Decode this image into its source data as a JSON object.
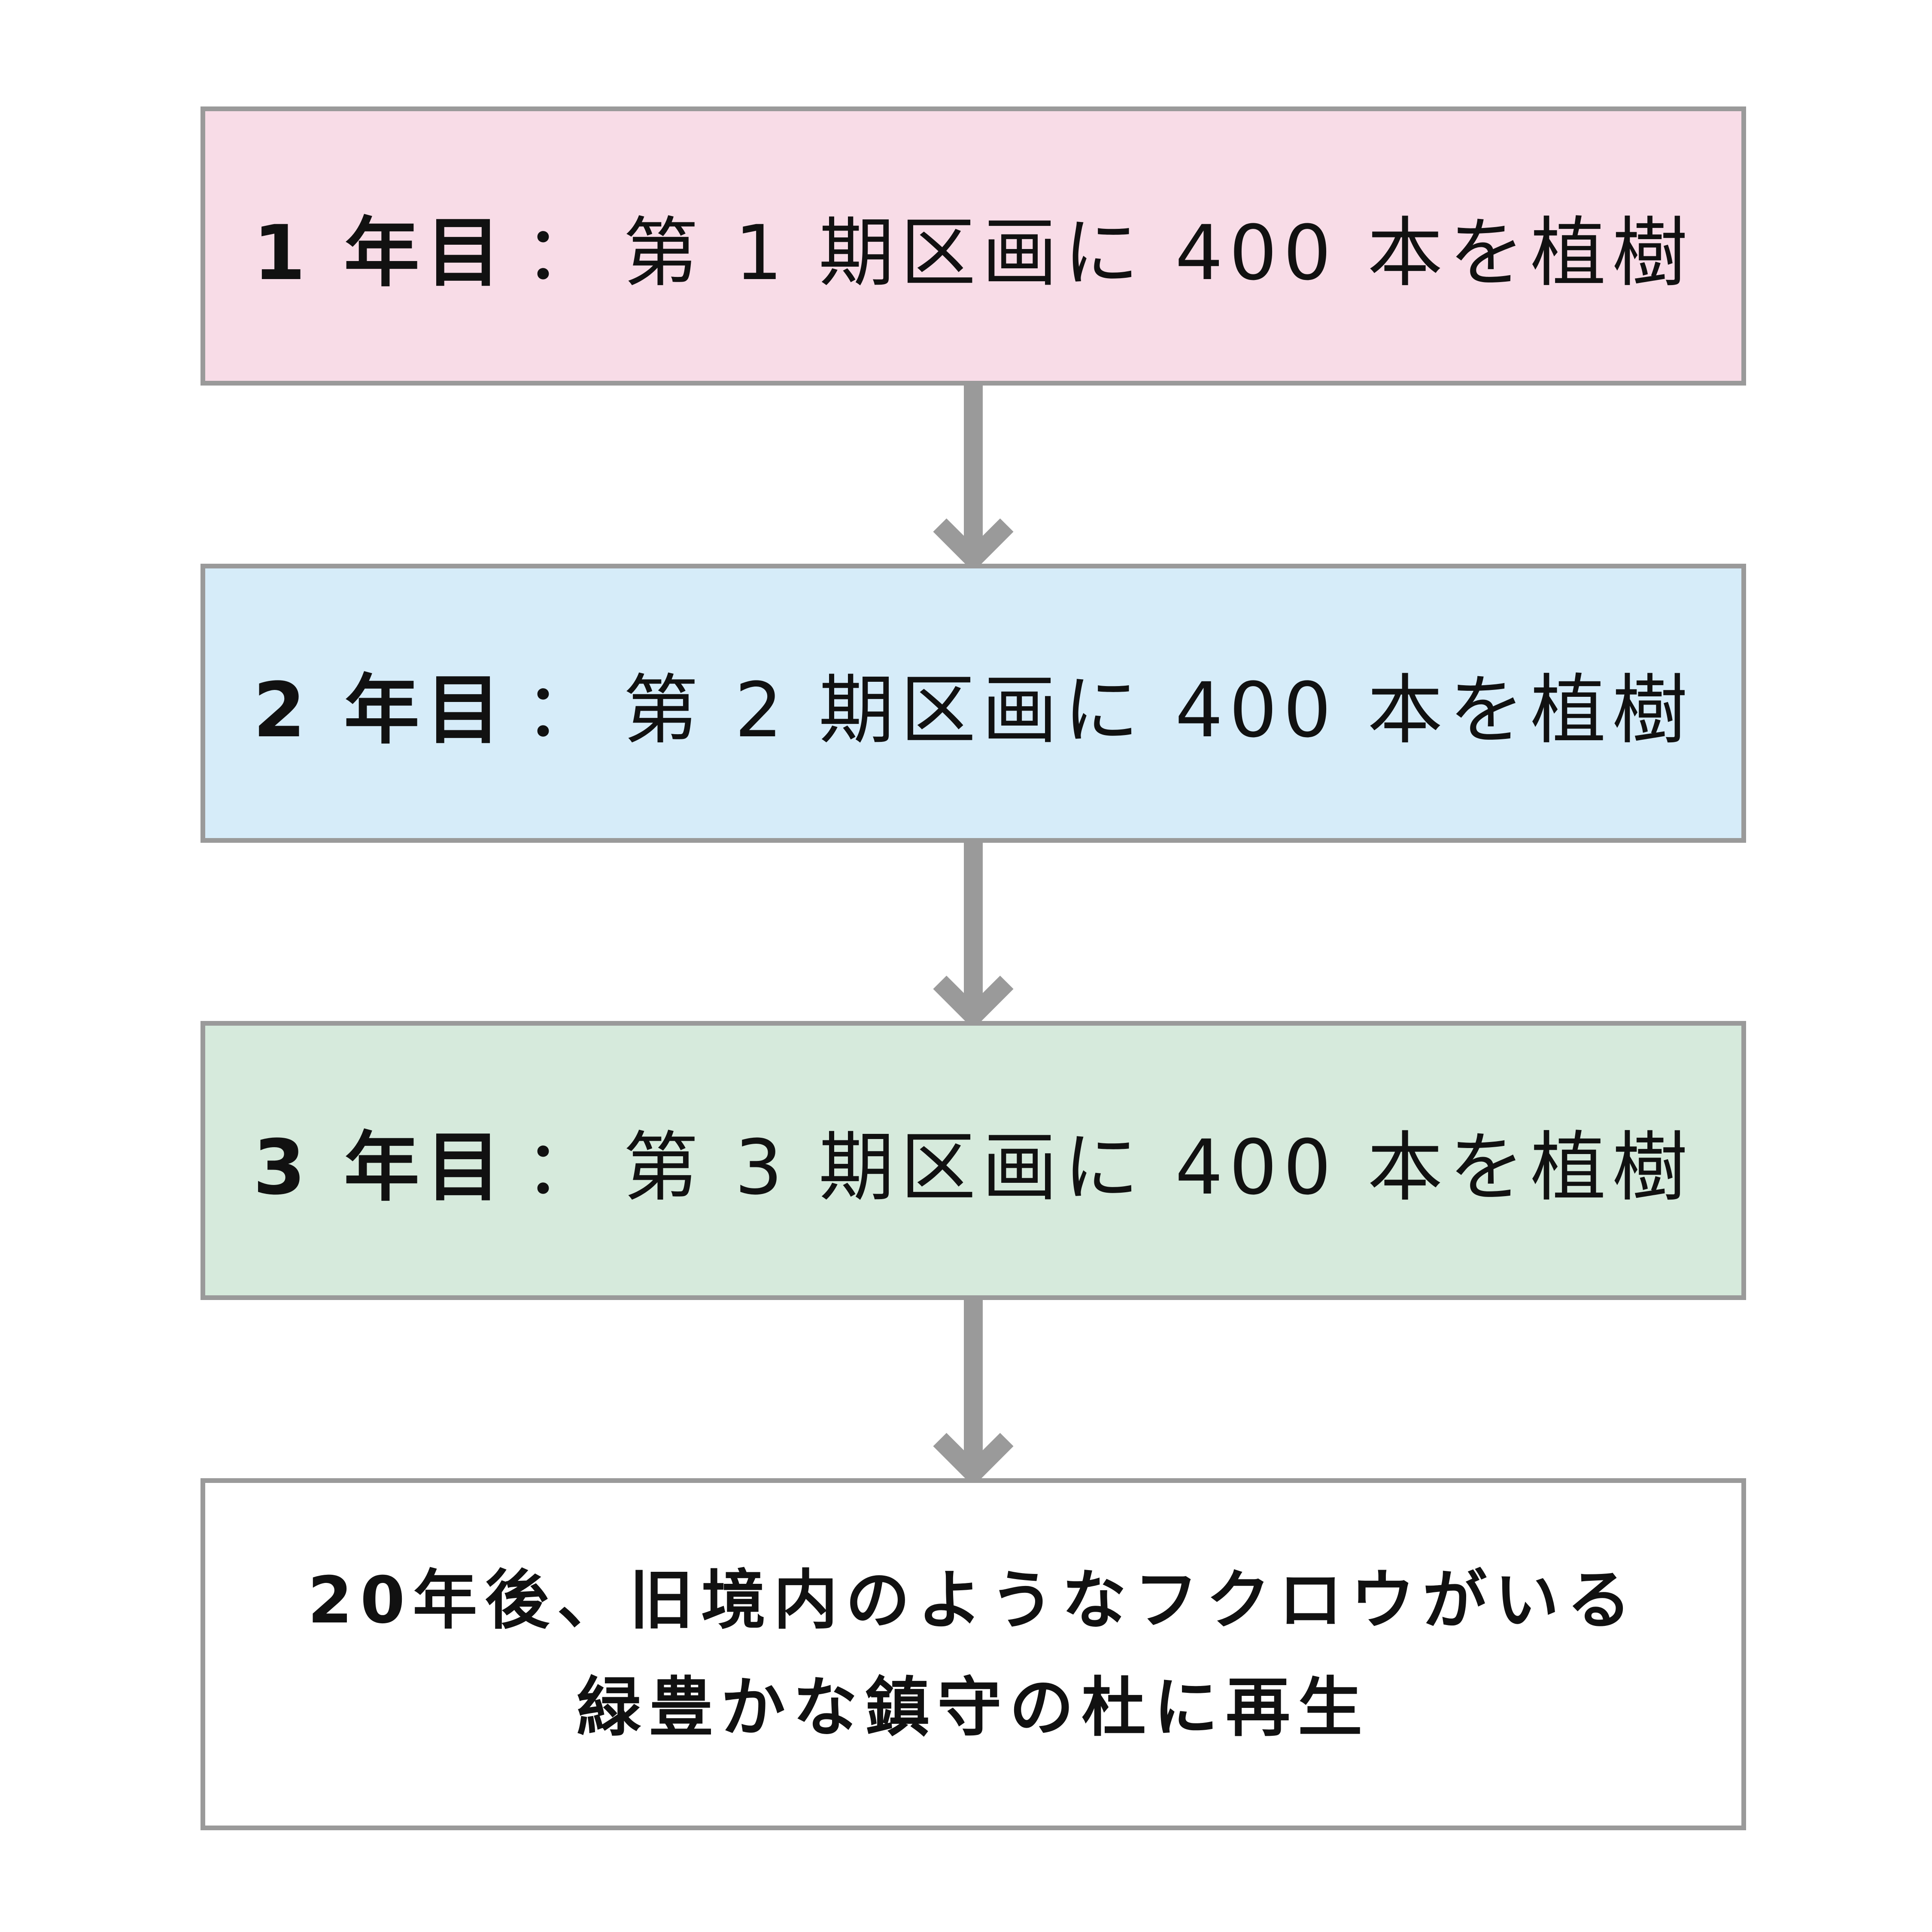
{
  "steps": [
    {
      "year": "1 年目",
      "separator": "：",
      "detail": "第 1 期区画に 400 本を植樹",
      "color": "#f8dce7"
    },
    {
      "year": "2 年目",
      "separator": "：",
      "detail": "第 2 期区画に 400 本を植樹",
      "color": "#d6ecf9"
    },
    {
      "year": "3 年目",
      "separator": "：",
      "detail": "第 3 期区画に 400 本を植樹",
      "color": "#d6eadc"
    }
  ],
  "result": {
    "line1": "20年後、旧境内のようなフクロウがいる",
    "line2": "緑豊かな鎮守の杜に再生"
  },
  "colors": {
    "border": "#9a9a9a",
    "arrow": "#9a9a9a"
  }
}
